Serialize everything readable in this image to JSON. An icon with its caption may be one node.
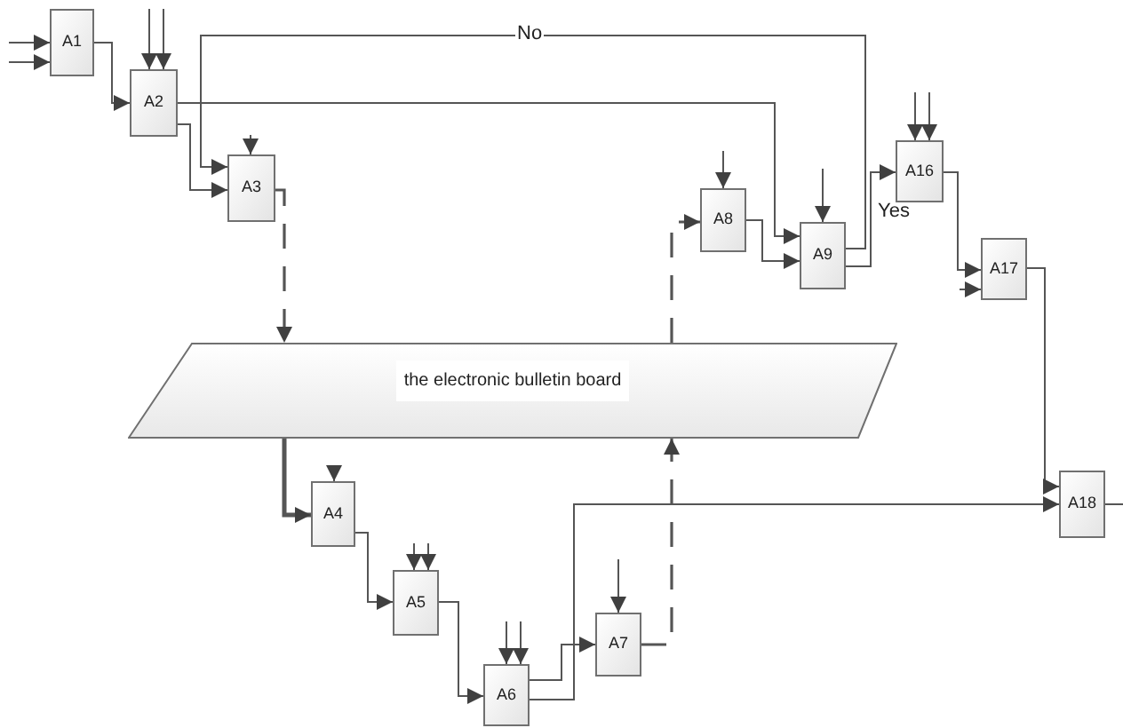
{
  "diagram": {
    "nodes": [
      {
        "text": [
          "A1"
        ]
      },
      {
        "text": [
          "A2"
        ]
      },
      {
        "text": [
          "A3"
        ]
      },
      {
        "text": [
          "the electronic bulletin board"
        ]
      },
      {
        "text": [
          "A4"
        ]
      },
      {
        "text": [
          "A5"
        ]
      },
      {
        "text": [
          "A6"
        ]
      },
      {
        "text": [
          "A7"
        ]
      },
      {
        "text": [
          "A8"
        ]
      },
      {
        "text": [
          "A9"
        ]
      },
      {
        "text": [
          "A16"
        ]
      },
      {
        "text": [
          "A17"
        ]
      },
      {
        "text": [
          "A18"
        ]
      }
    ],
    "edges": [
      {
        "from": null,
        "to": 0,
        "arrow": "to"
      },
      {
        "from": null,
        "to": 0,
        "arrow": "to"
      },
      {
        "from": 0,
        "to": 1,
        "arrow": "to"
      },
      {
        "from": 1,
        "to": 2,
        "arrow": "to"
      },
      {
        "from": 1,
        "to": 9,
        "arrow": "to"
      },
      {
        "from": 9,
        "to": 2,
        "arrow": "to",
        "label": "No"
      },
      {
        "from": 9,
        "to": 10,
        "arrow": "to",
        "label": "Yes"
      },
      {
        "from": 2,
        "to": 3,
        "arrow": "to",
        "style": "dashed"
      },
      {
        "from": 3,
        "to": 4,
        "arrow": "to",
        "style": "thick"
      },
      {
        "from": 4,
        "to": 5,
        "arrow": "to"
      },
      {
        "from": 5,
        "to": 6,
        "arrow": "to"
      },
      {
        "from": 6,
        "to": 7,
        "arrow": "to"
      },
      {
        "from": 6,
        "to": 12,
        "arrow": "to"
      },
      {
        "from": 7,
        "to": 3,
        "arrow": "to",
        "style": "dashed"
      },
      {
        "from": 3,
        "to": 8,
        "arrow": "to",
        "style": "dashed"
      },
      {
        "from": 8,
        "to": 9,
        "arrow": "to"
      },
      {
        "from": 10,
        "to": 11,
        "arrow": "to"
      },
      {
        "from": 11,
        "to": 12,
        "arrow": "to"
      },
      {
        "from": 12,
        "to": null,
        "arrow": "none"
      },
      {
        "from": null,
        "to": 1,
        "arrow": "to"
      },
      {
        "from": null,
        "to": 1,
        "arrow": "to"
      },
      {
        "from": null,
        "to": 2,
        "arrow": "to"
      },
      {
        "from": null,
        "to": 8,
        "arrow": "to"
      },
      {
        "from": null,
        "to": 9,
        "arrow": "to"
      },
      {
        "from": null,
        "to": 10,
        "arrow": "to"
      },
      {
        "from": null,
        "to": 10,
        "arrow": "to"
      },
      {
        "from": null,
        "to": 11,
        "arrow": "to"
      },
      {
        "from": null,
        "to": 4,
        "arrow": "to"
      },
      {
        "from": null,
        "to": 5,
        "arrow": "to"
      },
      {
        "from": null,
        "to": 5,
        "arrow": "to"
      },
      {
        "from": null,
        "to": 6,
        "arrow": "to"
      },
      {
        "from": null,
        "to": 6,
        "arrow": "to"
      },
      {
        "from": null,
        "to": 7,
        "arrow": "to"
      }
    ]
  }
}
